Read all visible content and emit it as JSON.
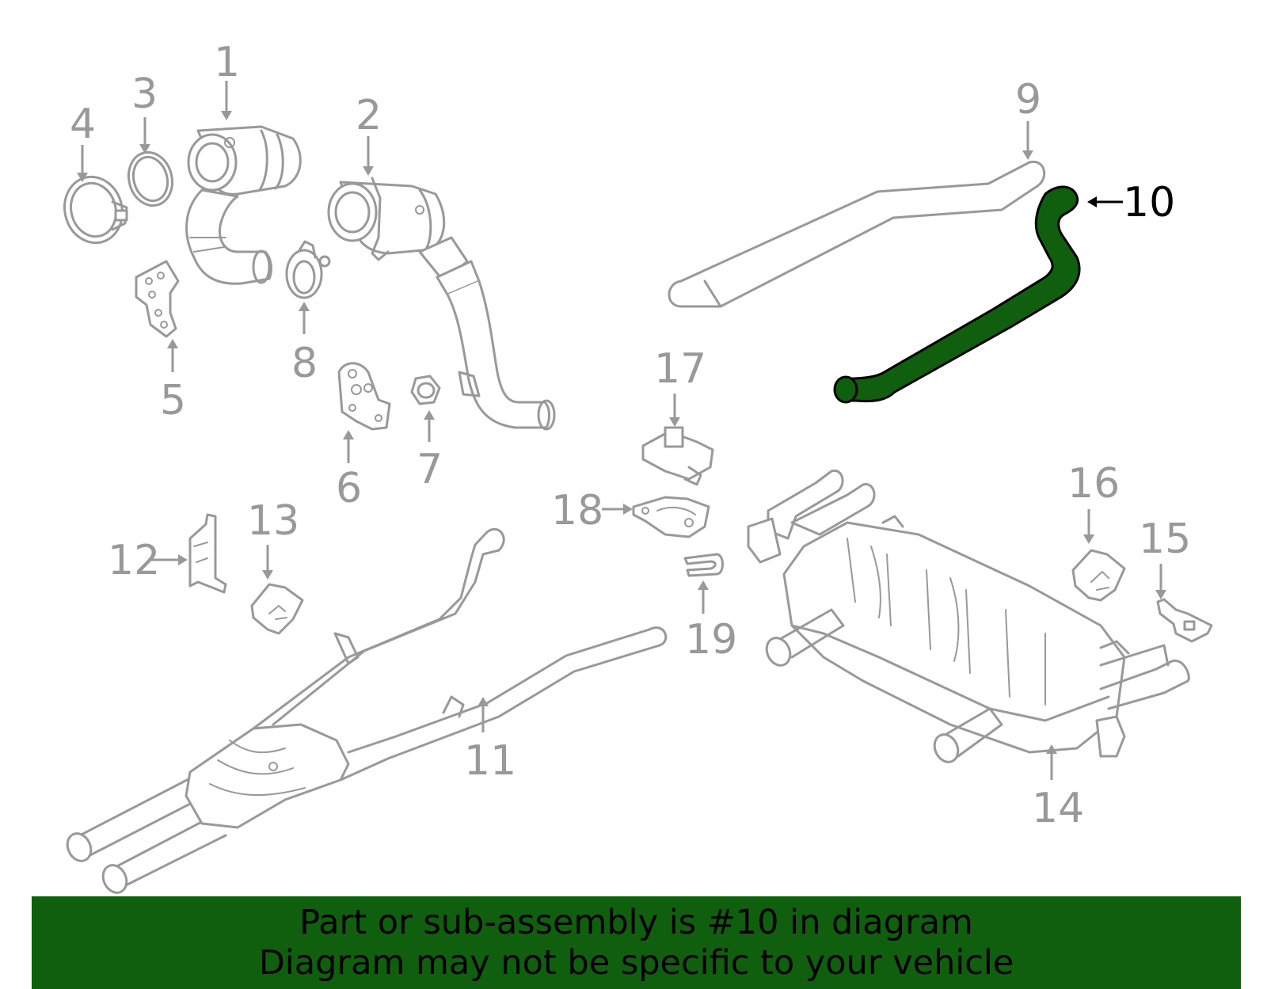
{
  "diagram": {
    "highlighted_part": "10",
    "highlight_color": "#0f5f0f",
    "part_color": "#999999",
    "callouts": [
      {
        "id": "1",
        "label": "1"
      },
      {
        "id": "2",
        "label": "2"
      },
      {
        "id": "3",
        "label": "3"
      },
      {
        "id": "4",
        "label": "4"
      },
      {
        "id": "5",
        "label": "5"
      },
      {
        "id": "6",
        "label": "6"
      },
      {
        "id": "7",
        "label": "7"
      },
      {
        "id": "8",
        "label": "8"
      },
      {
        "id": "9",
        "label": "9"
      },
      {
        "id": "10",
        "label": "10"
      },
      {
        "id": "11",
        "label": "11"
      },
      {
        "id": "12",
        "label": "12"
      },
      {
        "id": "13",
        "label": "13"
      },
      {
        "id": "14",
        "label": "14"
      },
      {
        "id": "15",
        "label": "15"
      },
      {
        "id": "16",
        "label": "16"
      },
      {
        "id": "17",
        "label": "17"
      },
      {
        "id": "18",
        "label": "18"
      },
      {
        "id": "19",
        "label": "19"
      }
    ]
  },
  "footer": {
    "line1": "Part or sub-assembly is #10 in diagram",
    "line2": "Diagram may not be specific to your vehicle",
    "background": "#0f5f0f"
  }
}
